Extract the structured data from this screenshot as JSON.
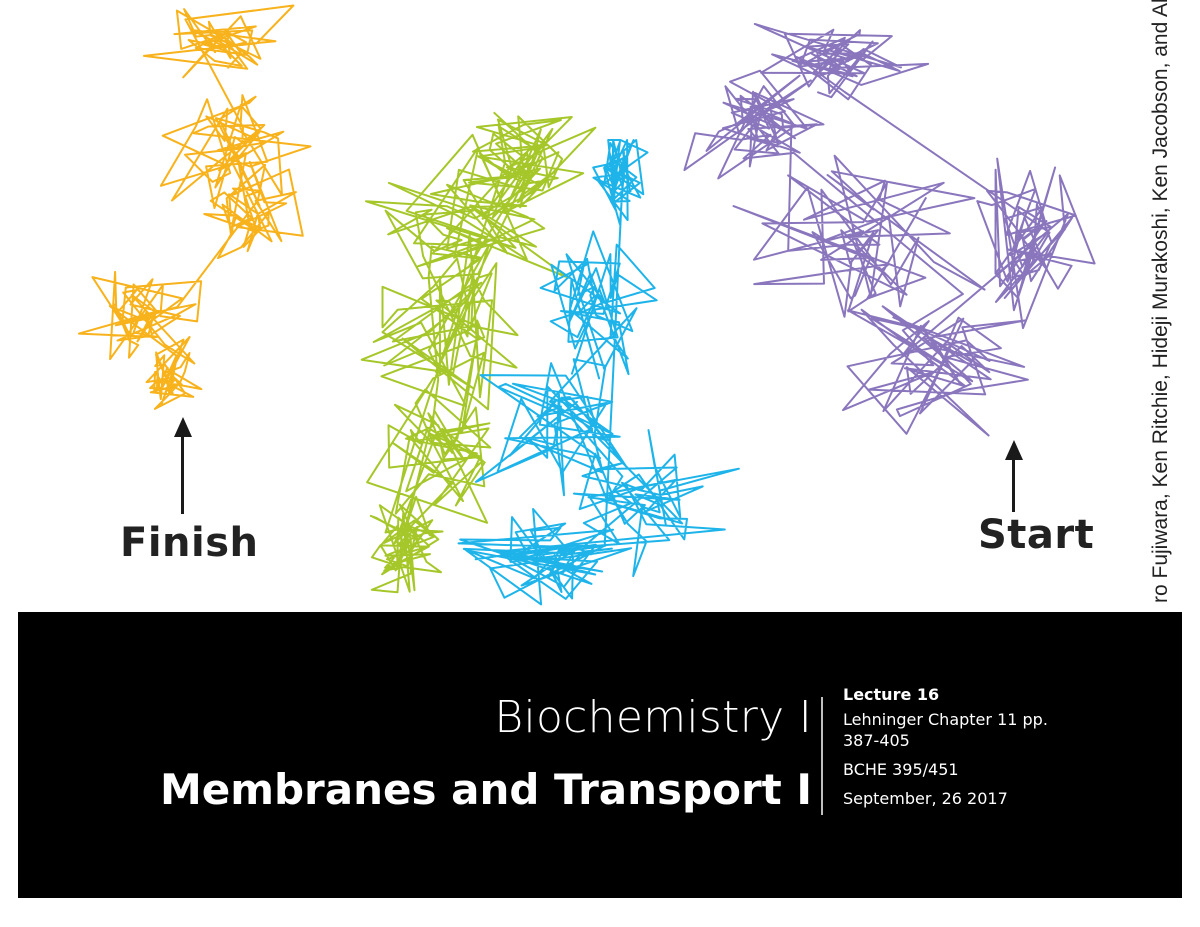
{
  "figure": {
    "finish_label": "Finish",
    "start_label": "Start",
    "credit_text": "ro Fujiwara, Ken Ritchie, Hideji Murakoshi, Ken Jacobson, and Akihir",
    "trace_colors": {
      "orange": "#f7b21c",
      "green": "#a6c72a",
      "blue": "#1eb4ea",
      "purple": "#8a76bd"
    }
  },
  "title": {
    "line1": "Biochemistry I",
    "line2": "Membranes and Transport I"
  },
  "info": {
    "lecture": "Lecture 16",
    "reading": "Lehninger Chapter 11 pp. 387-405",
    "course": "BCHE 395/451",
    "date": "September, 26 2017"
  },
  "colors": {
    "band": "#000000",
    "divider": "#bfbfbf"
  }
}
